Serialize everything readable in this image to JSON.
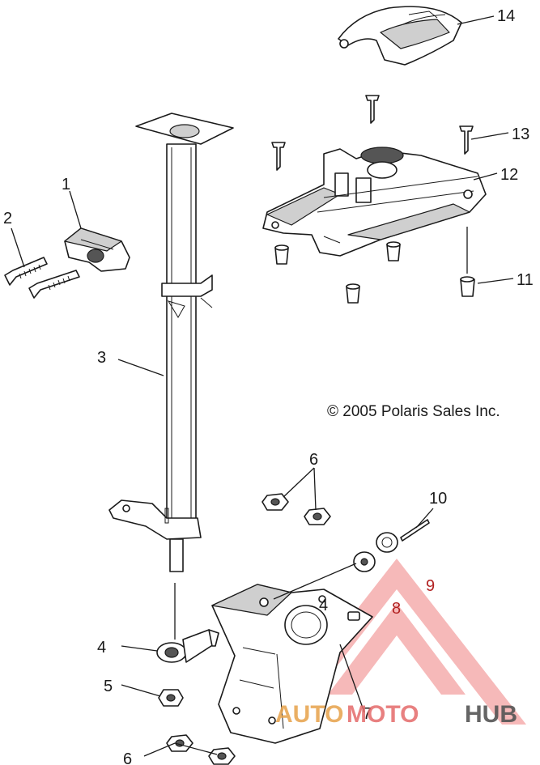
{
  "copyright": "© 2005 Polaris Sales Inc.",
  "watermark": {
    "part1": "AUTO",
    "part2": "MOTO",
    "part3": "HUB"
  },
  "callouts": {
    "c1": "1",
    "c2": "2",
    "c3": "3",
    "c4a": "4",
    "c4b": "4",
    "c5": "5",
    "c6a": "6",
    "c6b": "6",
    "c7": "7",
    "c8": "8",
    "c9": "9",
    "c10": "10",
    "c11": "11",
    "c12": "12",
    "c13": "13",
    "c14": "14"
  },
  "colors": {
    "line": "#1a1a1a",
    "callout_red": "#b22222",
    "watermark_red": "#e46a6a",
    "watermark_orange": "#e7a24a"
  }
}
